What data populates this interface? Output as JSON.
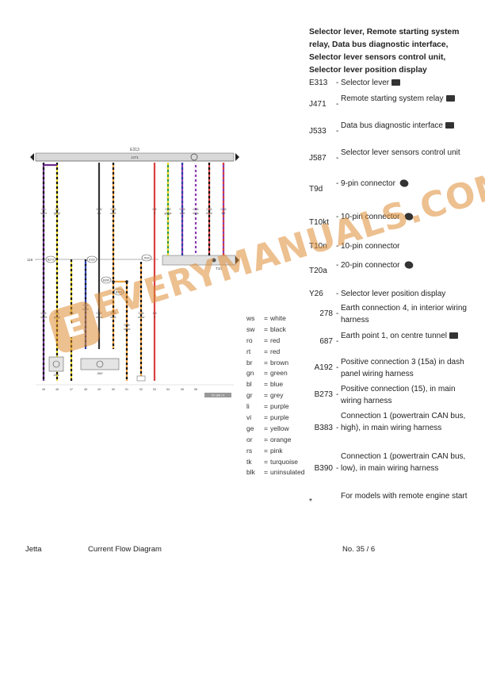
{
  "diagram": {
    "top_bar_label": "E313",
    "top_bar_sub": "J471",
    "right_box_label": "T10",
    "left_terminal": "118",
    "bottom_box_label": "J587",
    "bottom_ref": "97-100 / 4",
    "wire_tops": [
      {
        "size": "0.5",
        "color": "sw/rt"
      },
      {
        "size": "0.5",
        "color": "ge/gr"
      },
      {
        "size": "0.35",
        "color": "sw"
      },
      {
        "size": "0.35",
        "color": "or/br"
      },
      {
        "size": "0.5",
        "color": "rt"
      },
      {
        "size": "0.35",
        "color": "gn/ge"
      },
      {
        "size": "0.35",
        "color": "vi/bl"
      },
      {
        "size": "0.35",
        "color": "li/ws"
      },
      {
        "size": "0.35",
        "color": "rt/sw"
      },
      {
        "size": "0.35",
        "color": "li/rt"
      }
    ],
    "wire_bottoms": [
      {
        "size": "0.35",
        "color": "sw/rt"
      },
      {
        "size": "0.5",
        "color": "ge/gr"
      },
      {
        "size": "0.5",
        "color": "ge/gr"
      },
      {
        "size": "0.35",
        "color": "sw/bl"
      },
      {
        "size": "0.35",
        "color": "or/sw"
      },
      {
        "size": "0.35",
        "color": "or/br"
      },
      {
        "size": "0.35",
        "color": "or/sw"
      },
      {
        "size": "0.35",
        "color": "or/sw"
      },
      {
        "size": "1.5",
        "color": "rt"
      }
    ],
    "nodes": [
      "B273",
      "A192",
      "B390",
      "B383",
      "J533",
      "J471"
    ],
    "track_numbers": [
      "45",
      "46",
      "47",
      "48",
      "49",
      "50",
      "51",
      "52",
      "53",
      "54",
      "55",
      "56"
    ]
  },
  "legend": [
    {
      "code": "ws",
      "name": "white"
    },
    {
      "code": "sw",
      "name": "black"
    },
    {
      "code": "ro",
      "name": "red"
    },
    {
      "code": "rt",
      "name": "red"
    },
    {
      "code": "br",
      "name": "brown"
    },
    {
      "code": "gn",
      "name": "green"
    },
    {
      "code": "bl",
      "name": "blue"
    },
    {
      "code": "gr",
      "name": "grey"
    },
    {
      "code": "li",
      "name": "purple"
    },
    {
      "code": "vi",
      "name": "purple"
    },
    {
      "code": "ge",
      "name": "yellow"
    },
    {
      "code": "or",
      "name": "orange"
    },
    {
      "code": "rs",
      "name": "pink"
    },
    {
      "code": "tk",
      "name": "turquoise"
    },
    {
      "code": "blk",
      "name": "uninsulated"
    }
  ],
  "components": {
    "title": "Selector lever, Remote starting system relay, Data bus diagnostic interface, Selector lever sensors control unit, Selector lever position display",
    "items": [
      {
        "code": "E313",
        "desc": "Selector lever",
        "icon": "control-unit-icon"
      },
      {
        "code": "J471",
        "desc": "Remote starting system relay",
        "icon": "control-unit-icon"
      },
      {
        "code": "J533",
        "desc": "Data bus diagnostic interface",
        "icon": "control-unit-icon"
      },
      {
        "code": "J587",
        "desc": "Selector lever sensors control unit",
        "icon": ""
      },
      {
        "code": "T9d",
        "desc": "9-pin connector",
        "icon": "connector-icon"
      },
      {
        "code": "T10kt",
        "desc": "10-pin connector",
        "icon": "connector-icon"
      },
      {
        "code": "T10n",
        "desc": "10-pin connector",
        "icon": ""
      },
      {
        "code": "T20a",
        "desc": "20-pin connector",
        "icon": "connector-icon"
      },
      {
        "code": "Y26",
        "desc": "Selector lever position display",
        "icon": ""
      },
      {
        "code": "278",
        "desc": "Earth connection 4, in interior wiring harness",
        "icon": ""
      },
      {
        "code": "687",
        "desc": "Earth point 1, on centre tunnel",
        "icon": "control-unit-icon"
      },
      {
        "code": "A192",
        "desc": "Positive connection 3 (15a) in dash panel wiring harness",
        "icon": ""
      },
      {
        "code": "B273",
        "desc": "Positive connection (15), in main wiring harness",
        "icon": ""
      },
      {
        "code": "B383",
        "desc": "Connection 1 (powertrain CAN bus, high), in main wiring harness",
        "icon": ""
      },
      {
        "code": "B390",
        "desc": "Connection 1 (powertrain CAN bus, low), in main wiring harness",
        "icon": ""
      },
      {
        "code": "*",
        "desc": "For models with remote engine start",
        "icon": ""
      }
    ]
  },
  "footer": {
    "model": "Jetta",
    "doc_type": "Current Flow Diagram",
    "page_number": "No.  35 / 6"
  },
  "watermark": {
    "logo_letter": "E",
    "text": "EVERYMANUALS.COM"
  }
}
